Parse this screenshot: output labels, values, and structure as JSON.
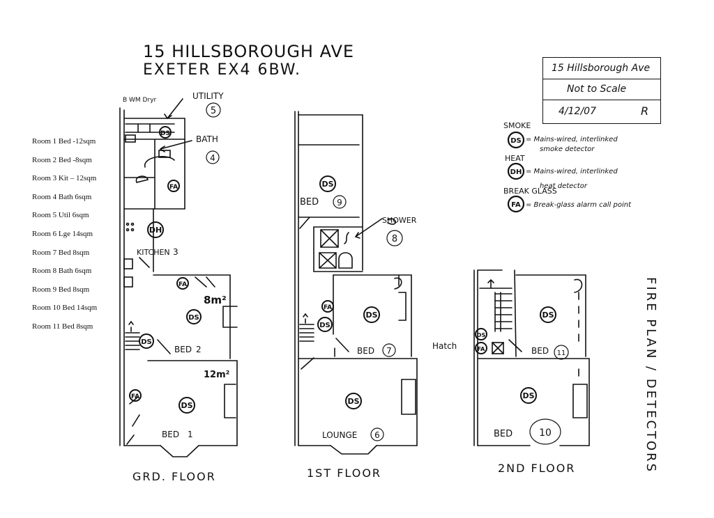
{
  "address": {
    "line1": "15 HILLSBOROUGH AVE",
    "line2": "EXETER  EX4 6BW."
  },
  "info_box": {
    "address": "15 Hillsborough Ave",
    "scale": "Not to Scale",
    "date": "4/12/07",
    "initials": "R"
  },
  "room_list": [
    "Room 1 Bed -12sqm",
    "Room 2 Bed -8sqm",
    "Room 3 Kit – 12sqm",
    "Room 4 Bath 6sqm",
    "Room 5 Util 6sqm",
    "Room 6 Lge 14sqm",
    "Room 7 Bed 8sqm",
    "Room 8 Bath 6sqm",
    "Room 9 Bed 8sqm",
    "Room 10 Bed 14sqm",
    "Room 11 Bed 8sqm"
  ],
  "legend": {
    "smoke_title": "SMOKE",
    "smoke_code": "DS",
    "smoke_desc1": "= Mains-wired, interlinked",
    "smoke_desc2": "smoke detector",
    "heat_title": "HEAT",
    "heat_code": "DH",
    "heat_desc1": "= Mains-wired, interlinked",
    "heat_desc2": "heat detector",
    "glass_title": "BREAK GLASS",
    "glass_code": "FA",
    "glass_desc": "= Break-glass alarm call point"
  },
  "ground_floor": {
    "appliances": "B   WM Dryr",
    "utility": "UTILITY",
    "utility_num": "5",
    "bath": "BATH",
    "bath_num": "4",
    "kitchen": "KITCHEN",
    "kitchen_num": "3",
    "bed2": "BED",
    "bed2_num": "2",
    "bed2_area": "8m²",
    "bed1": "BED",
    "bed1_num": "1",
    "bed1_area": "12m²",
    "floor_label": "GRD. FLOOR"
  },
  "first_floor": {
    "bed9": "BED",
    "bed9_num": "9",
    "shower": "SHOWER",
    "shower_num": "8",
    "bed7": "BED",
    "bed7_num": "7",
    "lounge": "LOUNGE",
    "lounge_num": "6",
    "floor_label": "1ST FLOOR"
  },
  "second_floor": {
    "hatch": "Hatch",
    "bed11": "BED",
    "bed11_num": "11",
    "bed10": "BED",
    "bed10_num": "10",
    "floor_label": "2ND FLOOR"
  },
  "side_title": "FIRE PLAN / DETECTORS",
  "detector_codes": {
    "ds": "DS",
    "dh": "DH",
    "fa": "FA"
  }
}
